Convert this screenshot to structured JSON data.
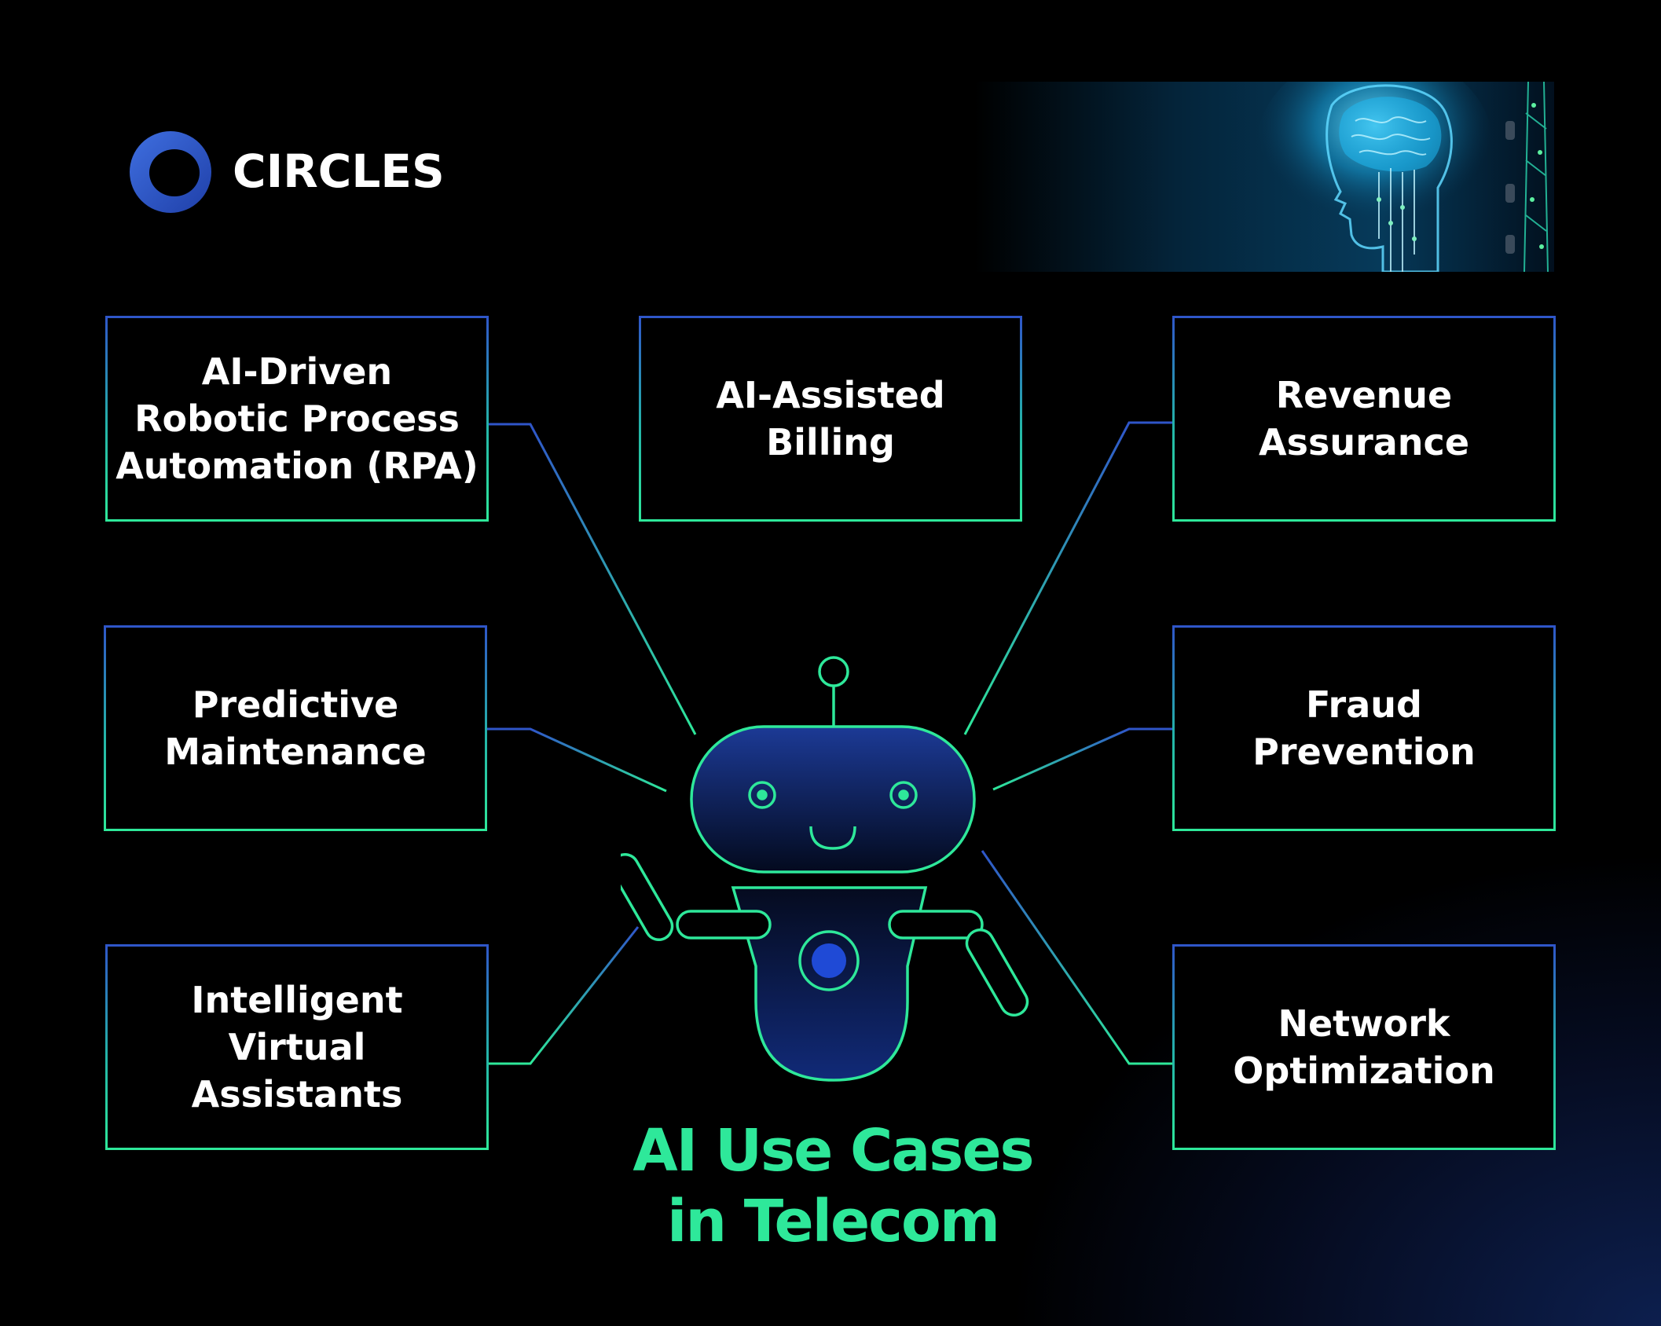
{
  "brand": {
    "name": "CIRCLES",
    "logo_icon": "circles-ring-logo-icon"
  },
  "banner": {
    "image": "ai-brain-head-illustration"
  },
  "use_cases": [
    {
      "id": "rpa",
      "label": "AI-Driven\nRobotic Process\nAutomation (RPA)"
    },
    {
      "id": "billing",
      "label": "AI-Assisted\nBilling"
    },
    {
      "id": "revenue",
      "label": "Revenue\nAssurance"
    },
    {
      "id": "maintenance",
      "label": "Predictive\nMaintenance"
    },
    {
      "id": "fraud",
      "label": "Fraud\nPrevention"
    },
    {
      "id": "assistants",
      "label": "Intelligent\nVirtual\nAssistants"
    },
    {
      "id": "network",
      "label": "Network\nOptimization"
    }
  ],
  "center": {
    "icon": "robot-icon",
    "title": "AI Use Cases\nin Telecom"
  },
  "colors": {
    "accent_green": "#2ee89a",
    "accent_blue": "#2f55c9",
    "background": "#000000"
  }
}
